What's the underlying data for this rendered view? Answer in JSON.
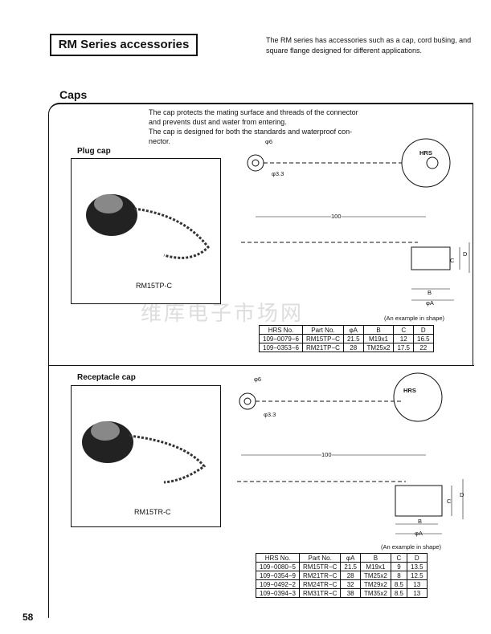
{
  "header": {
    "title": "RM Series accessories",
    "intro": "The RM series has accessories such as a cap, cord bušing, and square flange designed for different applications."
  },
  "section_title": "Caps",
  "description": [
    "The cap protects the mating surface and threads of the connector",
    "and prevents dust and water from entering.",
    "The cap is designed for both the standards and waterproof con-",
    "nector."
  ],
  "watermark": "维库电子市场网",
  "plug": {
    "label": "Plug cap",
    "photo_caption": "RM15TP-C",
    "dims": {
      "d6": "φ6",
      "d33": "φ3.3",
      "len": "100",
      "brand": "HRS",
      "b": "B",
      "a": "φA",
      "c": "C",
      "d": "D"
    },
    "note": "(An example in shape)",
    "columns": [
      "HRS No.",
      "Part No.",
      "φA",
      "B",
      "C",
      "D"
    ],
    "rows": [
      [
        "109−0079−6",
        "RM15TP−C",
        "21.5",
        "M19x1",
        "12",
        "16.5"
      ],
      [
        "109−0353−6",
        "RM21TP−C",
        "28",
        "TM25x2",
        "17.5",
        "22"
      ]
    ]
  },
  "receptacle": {
    "label": "Receptacle cap",
    "photo_caption": "RM15TR-C",
    "dims": {
      "d6": "φ6",
      "d33": "φ3.3",
      "len": "100",
      "brand": "HRS",
      "b": "B",
      "a": "φA",
      "c": "C",
      "d": "D"
    },
    "note": "(An example in shape)",
    "columns": [
      "HRS No.",
      "Part No.",
      "φA",
      "B",
      "C",
      "D"
    ],
    "rows": [
      [
        "109−0080−5",
        "RM15TR−C",
        "21.5",
        "M19x1",
        "9",
        "13.5"
      ],
      [
        "109−0354−9",
        "RM21TR−C",
        "28",
        "TM25x2",
        "8",
        "12.5"
      ],
      [
        "109−0492−2",
        "RM24TR−C",
        "32",
        "TM29x2",
        "8.5",
        "13"
      ],
      [
        "109−0394−3",
        "RM31TR−C",
        "38",
        "TM35x2",
        "8.5",
        "13"
      ]
    ]
  },
  "page_number": "58"
}
